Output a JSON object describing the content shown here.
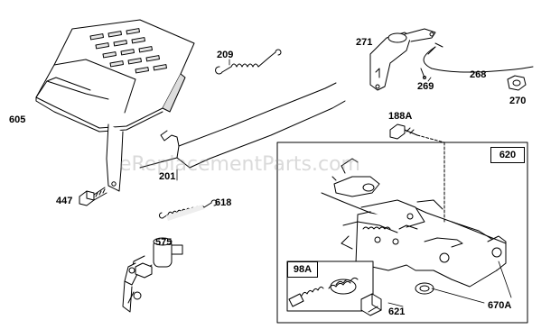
{
  "parts": {
    "p605": "605",
    "p209": "209",
    "p271": "271",
    "p268": "268",
    "p269": "269",
    "p270": "270",
    "p188A": "188A",
    "p201": "201",
    "p447": "447",
    "p618": "618",
    "p575": "575",
    "p620": "620",
    "p98A": "98A",
    "p621": "621",
    "p670A": "670A"
  },
  "watermark": "eReplacementParts.com",
  "colors": {
    "line": "#000000",
    "fill": "#ffffff",
    "shade": "#d9d9d9",
    "watermark": "#969696"
  }
}
